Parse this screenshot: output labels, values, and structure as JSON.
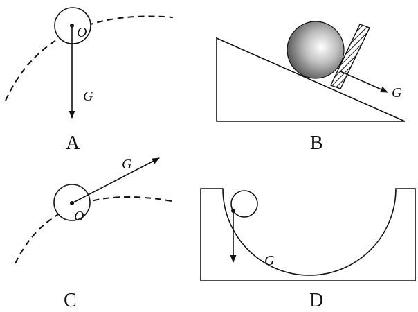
{
  "panels": {
    "a": {
      "caption": "A",
      "center_label": "O",
      "force_label": "G"
    },
    "b": {
      "caption": "B",
      "force_label": "G"
    },
    "c": {
      "caption": "C",
      "center_label": "O",
      "force_label": "G"
    },
    "d": {
      "caption": "D",
      "force_label": "G"
    }
  },
  "colors": {
    "ink": "#111111",
    "background": "#ffffff",
    "ball_highlight": "#ffffff",
    "ball_shadow": "#555555"
  }
}
